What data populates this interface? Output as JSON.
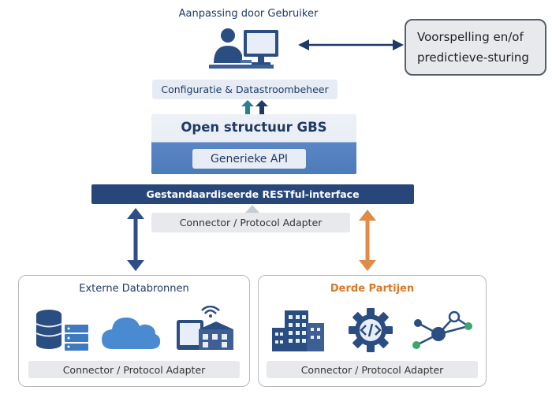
{
  "user": {
    "title": "Aanpassing door Gebruiker"
  },
  "prediction": {
    "label": "Voorspelling en/of predictieve-sturing"
  },
  "config": {
    "label": "Configuratie & Datastroombeheer"
  },
  "gbs": {
    "title": "Open structuur GBS",
    "api_label": "Generieke API"
  },
  "rest": {
    "label": "Gestandaardiseerde RESTful-interface"
  },
  "connector": {
    "label": "Connector / Protocol Adapter"
  },
  "external": {
    "title": "Externe Databronnen",
    "connector_label": "Connector / Protocol Adapter"
  },
  "third_party": {
    "title": "Derde Partijen",
    "connector_label": "Connector / Protocol Adapter"
  },
  "colors": {
    "navy": "#27477a",
    "blue": "#4d7ab9",
    "orange": "#e08b47",
    "teal": "#2a7f8f"
  },
  "icons": {
    "user": "user-at-computer-icon",
    "database": "database-server-icon",
    "cloud": "cloud-icon",
    "iot": "tablet-building-wifi-icon",
    "buildings": "buildings-icon",
    "code": "code-gear-icon",
    "network": "network-nodes-icon"
  }
}
